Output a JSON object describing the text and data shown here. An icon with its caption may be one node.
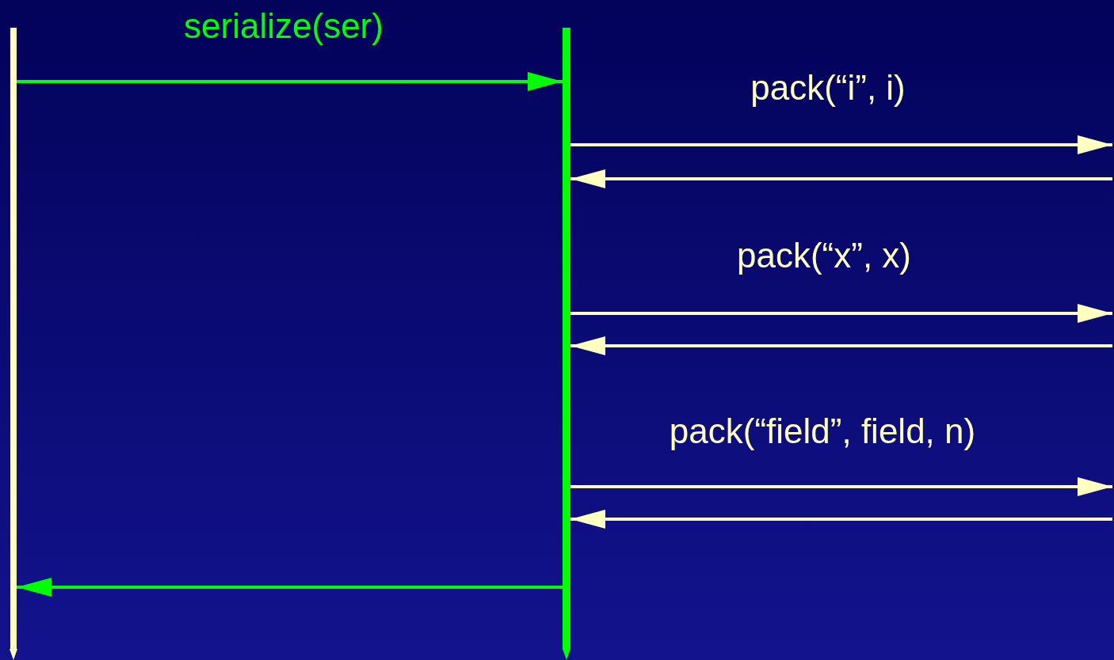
{
  "diagram": {
    "nodes": [
      {
        "text": [],
        "shape": "bar"
      },
      {
        "text": [],
        "shape": "bar"
      }
    ],
    "edges": [
      {
        "from": 0,
        "to": 1,
        "arrow": "to",
        "label": "serialize(ser)",
        "color": "#00ff00"
      },
      {
        "from": 1,
        "to": null,
        "arrow": "to",
        "label": "pack(“i”, i)"
      },
      {
        "from": null,
        "to": 1,
        "arrow": "to"
      },
      {
        "from": 1,
        "to": null,
        "arrow": "to",
        "label": "pack(“x”, x)"
      },
      {
        "from": null,
        "to": 1,
        "arrow": "to"
      },
      {
        "from": 1,
        "to": null,
        "arrow": "to",
        "label": "pack(“field”, field, n)"
      },
      {
        "from": null,
        "to": 1,
        "arrow": "to"
      },
      {
        "from": 1,
        "to": 0,
        "arrow": "to",
        "color": "#00ff00"
      }
    ]
  }
}
